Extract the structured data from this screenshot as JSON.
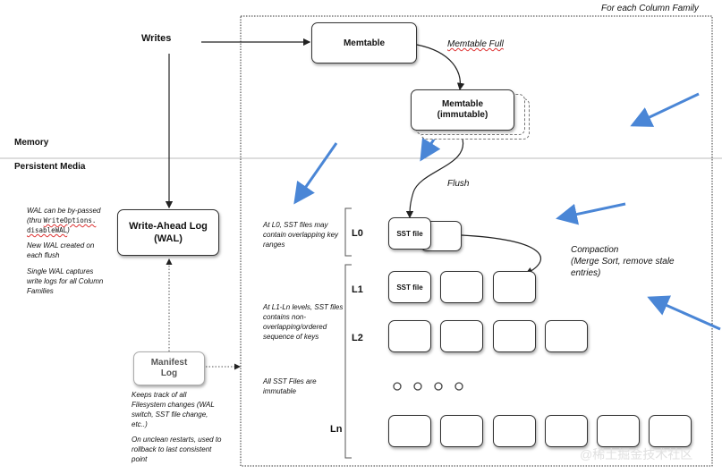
{
  "column_family_label": "For each Column Family",
  "region_memory": "Memory",
  "region_persistent": "Persistent Media",
  "writes": "Writes",
  "memtable": "Memtable",
  "memtable_full": "Memtable Full",
  "immutable": {
    "line1": "Memtable",
    "line2": "(immutable)"
  },
  "flush": "Flush",
  "wal": {
    "line1": "Write-Ahead Log",
    "line2": "(WAL)"
  },
  "wal_notes": {
    "bypass": {
      "l1": "WAL can be by-passed",
      "l2a": "(thru ",
      "l2code": "WriteOptions.",
      "l3code": "disableWAL",
      "l3b": ")"
    },
    "new_wal": {
      "l1": "New WAL created on",
      "l2": "each flush"
    },
    "single_wal": {
      "l1": "Single WAL captures",
      "l2": "write logs for all Column",
      "l3": "Families"
    }
  },
  "manifest": {
    "line1": "Manifest",
    "line2": "Log"
  },
  "manifest_notes": {
    "tracks": {
      "l1": "Keeps track of all",
      "l2": "Filesystem changes (WAL",
      "l3": "switch, SST file change,",
      "l4": "etc..)"
    },
    "restart": {
      "l1": "On unclean restarts, used to",
      "l2": "rollback to last consistent",
      "l3": "point"
    }
  },
  "levels": {
    "l0": "L0",
    "l1": "L1",
    "l2": "L2",
    "ln": "Ln"
  },
  "sst_file": "SST file",
  "l0_note": {
    "l1": "At L0, SST files may",
    "l2": "contain overlapping key",
    "l3": "ranges"
  },
  "l1n_note": {
    "l1": "At L1-Ln levels, SST files",
    "l2": "contains non-",
    "l3": "overlapping/ordered",
    "l4": "sequence of keys"
  },
  "immutable_note": {
    "l1": "All SST Files are",
    "l2": "immutable"
  },
  "compaction": {
    "l1": "Compaction",
    "l2": "(Merge Sort, remove stale",
    "l3": "entries)"
  },
  "watermark": "@稀土掘金技术社区",
  "colors": {
    "blue_arrow": "#4a86d6",
    "box_border": "#333333",
    "manifest_text": "#555555"
  }
}
